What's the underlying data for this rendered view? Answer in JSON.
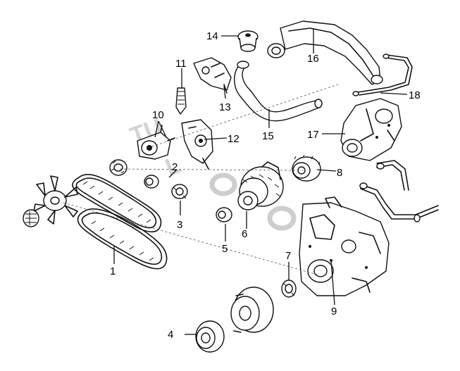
{
  "diagram": {
    "callouts": [
      {
        "id": "1",
        "label": "1"
      },
      {
        "id": "2",
        "label": "2"
      },
      {
        "id": "3",
        "label": "3"
      },
      {
        "id": "4",
        "label": "4"
      },
      {
        "id": "5",
        "label": "5"
      },
      {
        "id": "6",
        "label": "6"
      },
      {
        "id": "7",
        "label": "7"
      },
      {
        "id": "8",
        "label": "8"
      },
      {
        "id": "9",
        "label": "9"
      },
      {
        "id": "10",
        "label": "10"
      },
      {
        "id": "11",
        "label": "11"
      },
      {
        "id": "12",
        "label": "12"
      },
      {
        "id": "13",
        "label": "13"
      },
      {
        "id": "14",
        "label": "14"
      },
      {
        "id": "15",
        "label": "15"
      },
      {
        "id": "16",
        "label": "16"
      },
      {
        "id": "17",
        "label": "17"
      },
      {
        "id": "18",
        "label": "18"
      }
    ],
    "colors": {
      "line": "#111111",
      "background": "#ffffff",
      "watermark": "#cfcfcf"
    }
  }
}
